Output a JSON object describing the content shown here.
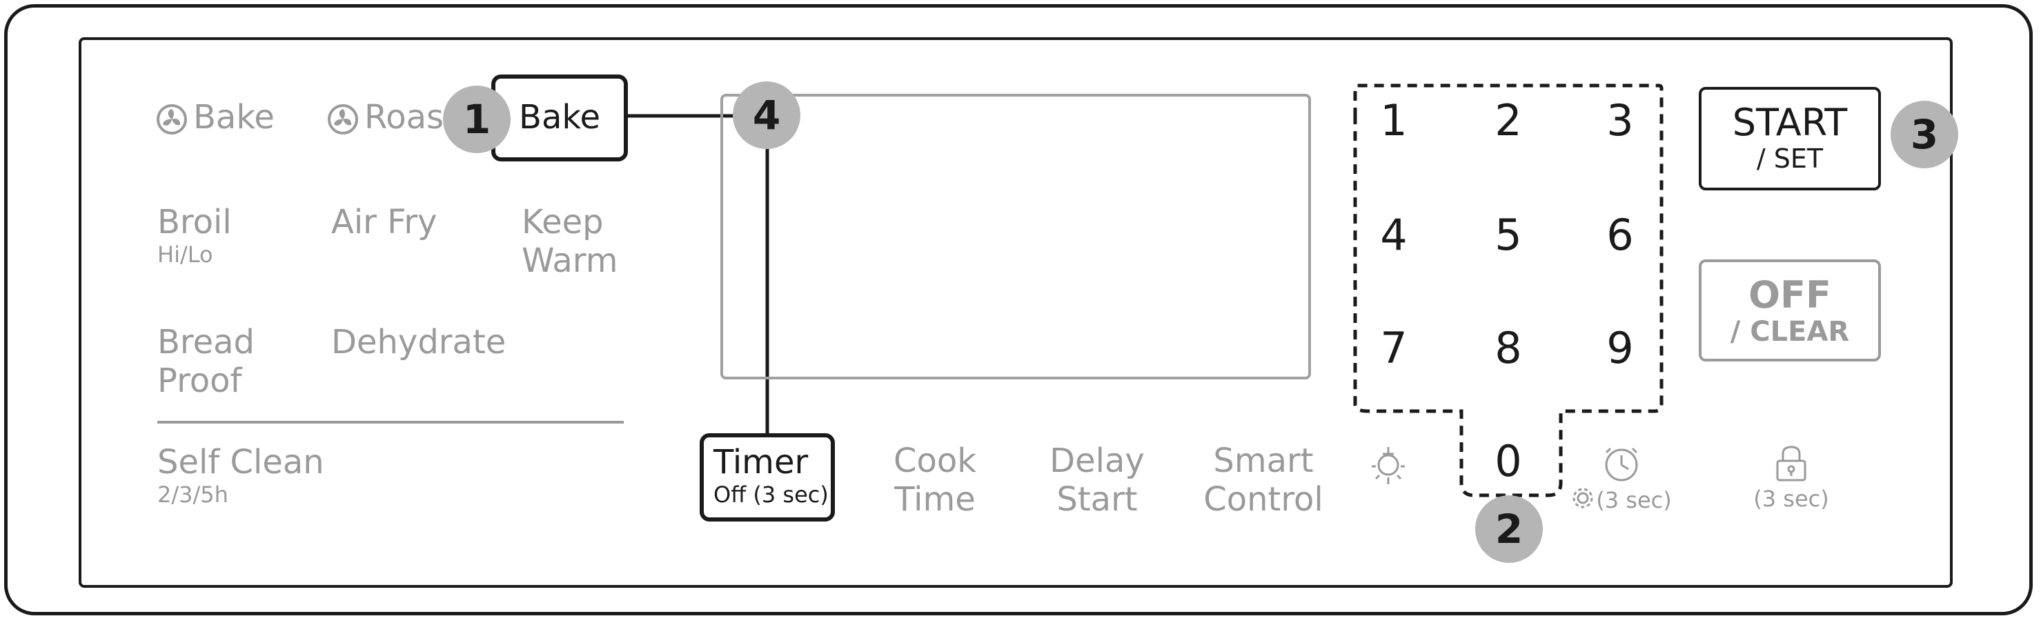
{
  "modes": {
    "bake": "Bake",
    "roast": "Roast",
    "bake_highlight": "Bake",
    "broil": "Broil",
    "broil_sub": "Hi/Lo",
    "air_fry": "Air Fry",
    "keep": "Keep",
    "warm": "Warm",
    "bread": "Bread",
    "proof": "Proof",
    "dehydrate": "Dehydrate",
    "self_clean": "Self Clean",
    "self_clean_sub": "2/3/5h"
  },
  "controls": {
    "timer": "Timer",
    "timer_sub": "Off (3 sec)",
    "cook": "Cook",
    "cook_time": "Time",
    "delay": "Delay",
    "delay_start": "Start",
    "smart": "Smart",
    "smart_control": "Control",
    "settings_hold": "(3 sec)",
    "lock_hold": "(3 sec)"
  },
  "keypad": {
    "k1": "1",
    "k2": "2",
    "k3": "3",
    "k4": "4",
    "k5": "5",
    "k6": "6",
    "k7": "7",
    "k8": "8",
    "k9": "9",
    "k0": "0"
  },
  "buttons": {
    "start": "START",
    "start_sub": "/ SET",
    "off": "OFF",
    "off_sub": "/ CLEAR"
  },
  "callouts": {
    "c1": "1",
    "c2": "2",
    "c3": "3",
    "c4": "4"
  },
  "colors": {
    "active": "#1a1a1a",
    "inactive": "#9a9a9a",
    "callout": "#b5b5b5"
  }
}
